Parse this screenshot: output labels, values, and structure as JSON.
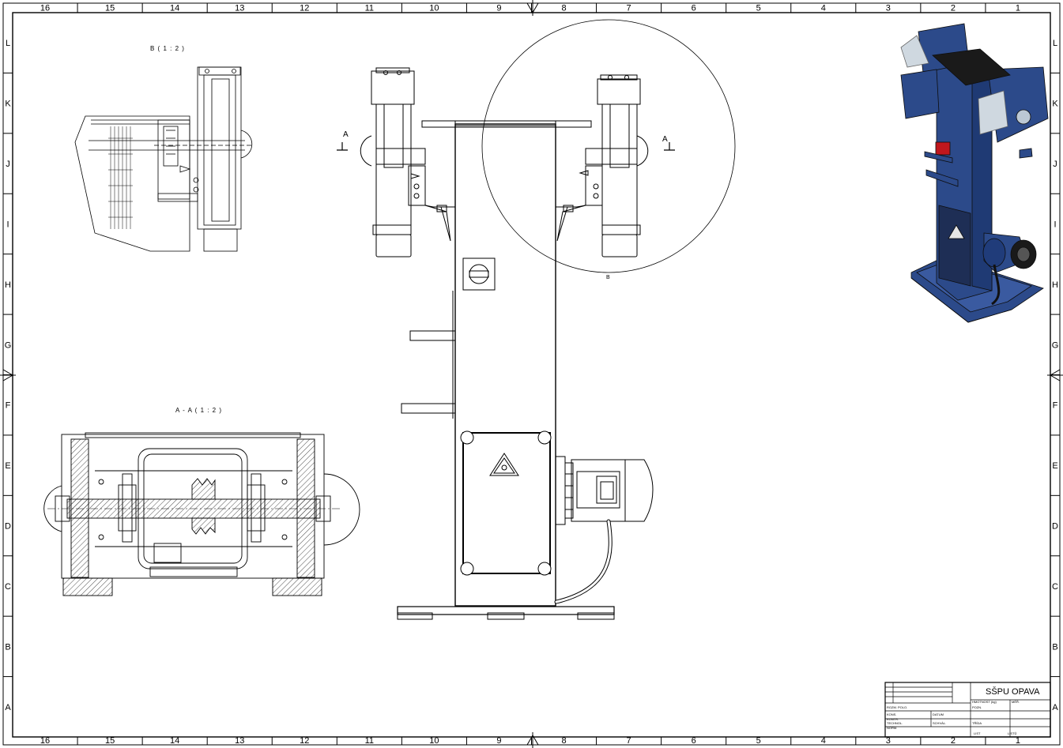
{
  "frame": {
    "columns": [
      "16",
      "15",
      "14",
      "13",
      "12",
      "11",
      "10",
      "9",
      "8",
      "7",
      "6",
      "5",
      "4",
      "3",
      "2",
      "1"
    ],
    "rows": [
      "L",
      "K",
      "J",
      "I",
      "H",
      "G",
      "F",
      "E",
      "D",
      "C",
      "B",
      "A"
    ]
  },
  "views": {
    "detail_b_label": "B ( 1 : 2 )",
    "section_aa_label": "A - A ( 1 : 2 )",
    "detail_circle_letter": "B",
    "section_mark_left": "A",
    "section_mark_right": "A"
  },
  "title_block": {
    "company": "SŠPU OPAVA",
    "fields": [
      "ROZM. POLO.",
      "KONS.",
      "KONTR.",
      "TECHNOL.",
      "NORM.",
      "SCHVÁL.",
      "DATUM",
      "POZN.",
      "TŘÍDA",
      "LIST",
      "LISTŮ",
      "HMOTNOST (kg)",
      "MĚŘ."
    ]
  },
  "colors": {
    "line": "#000000",
    "paper": "#ffffff",
    "machine_blue": "#2c4a8a",
    "machine_dark": "#1a1a1a",
    "switch_red": "#c0171d"
  }
}
